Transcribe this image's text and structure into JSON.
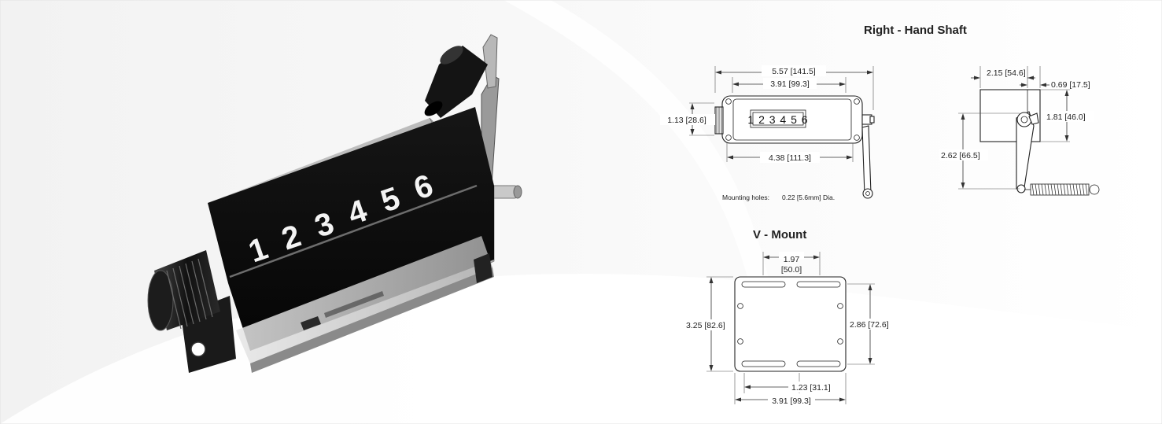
{
  "product_photo": {
    "digits": [
      "1",
      "2",
      "3",
      "4",
      "5",
      "6"
    ]
  },
  "right_hand_shaft": {
    "title": "Right - Hand Shaft",
    "display_digits": "1 2 3 4 5 6",
    "overall_length": "5.57 [141.5]",
    "window_length": "3.91 [99.3]",
    "height": "1.13 [28.6]",
    "hole_spacing": "4.38 [111.3]",
    "mounting_holes_label": "Mounting holes:",
    "mounting_holes_value": "0.22 [5.6mm] Dia.",
    "side_width": "2.15 [54.6]",
    "side_offset": "0.69 [17.5]",
    "side_height": "1.81 [46.0]",
    "lever_height": "2.62 [66.5]"
  },
  "v_mount": {
    "title": "V - Mount",
    "slot_spacing_top": "1.97",
    "slot_spacing_top_mm": "[50.0]",
    "height_outer": "3.25 [82.6]",
    "height_inner": "2.86 [72.6]",
    "slot_spacing_bottom": "1.23 [31.1]",
    "width": "3.91 [99.3]"
  }
}
